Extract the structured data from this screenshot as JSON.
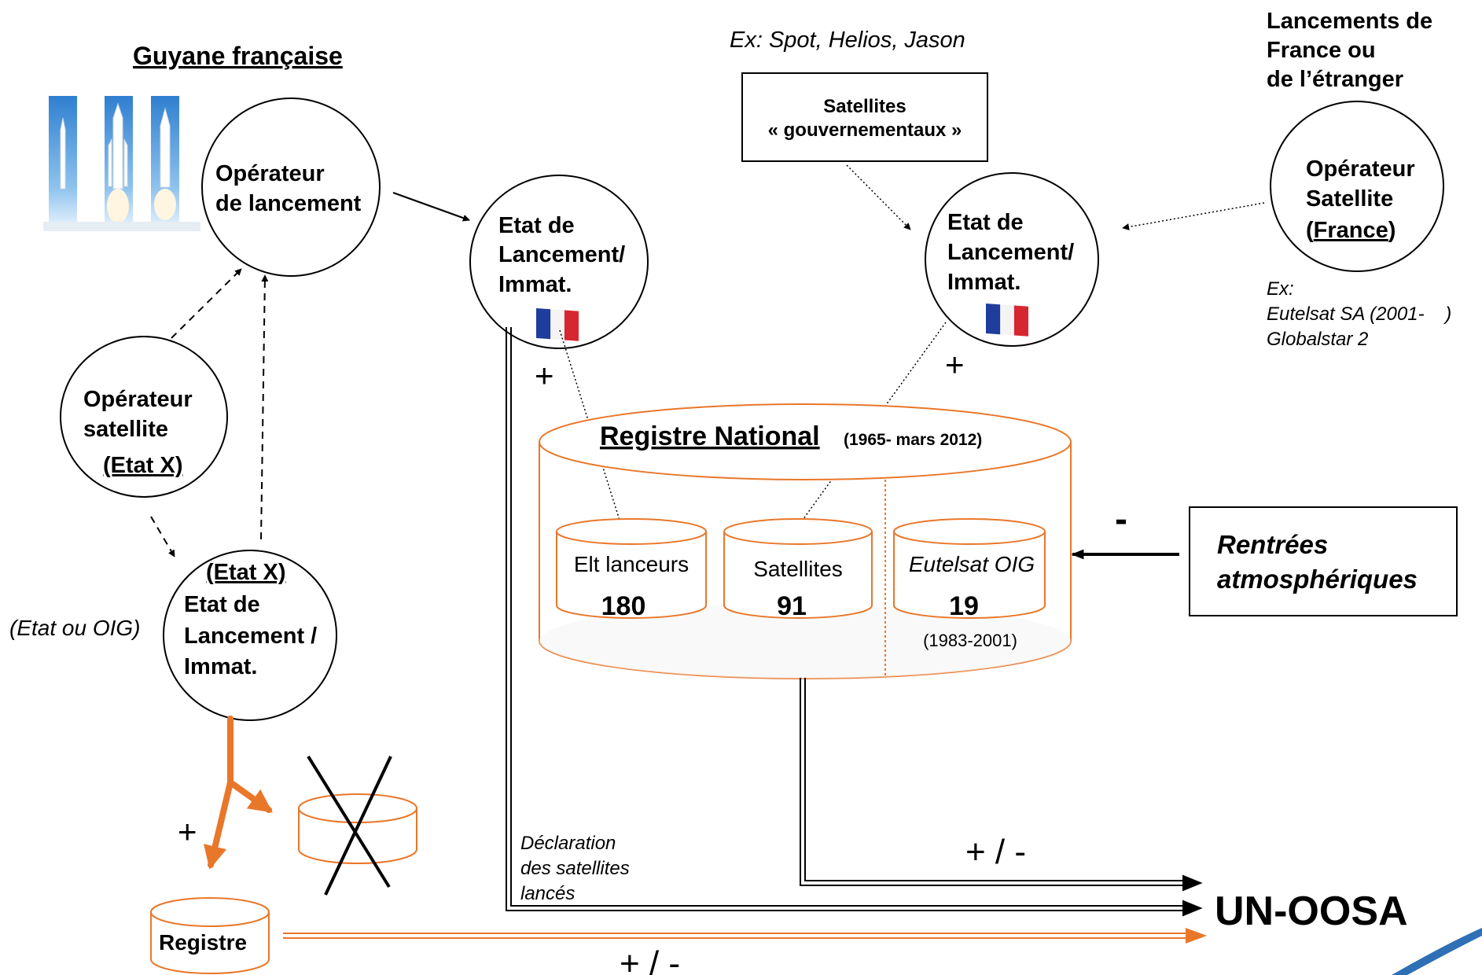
{
  "diagram": {
    "guyane_title": "Guyane française",
    "launch_operator": [
      "Opérateur",
      "de lancement"
    ],
    "sat_operator_x": [
      "Opérateur",
      "satellite"
    ],
    "sat_operator_x_state": "(Etat X)",
    "state_x_head": "(Etat X)",
    "state_x_body": [
      "Etat de",
      "Lancement /",
      "Immat."
    ],
    "state_or_oig": "(Etat ou OIG)",
    "launch_state_left": [
      "Etat de",
      "Lancement/",
      "Immat."
    ],
    "launch_state_right": [
      "Etat de",
      "Lancement/",
      "Immat."
    ],
    "gov_example": "Ex: Spot, Helios, Jason",
    "gov_sat_box": [
      "Satellites",
      "« gouvernementaux »"
    ],
    "foreign_launches": [
      "Lancements de",
      "France ou",
      "de l’étranger"
    ],
    "sat_operator_fr": [
      "Opérateur",
      "Satellite"
    ],
    "sat_operator_fr_country": "France",
    "sat_operator_fr_open": "(",
    "sat_operator_fr_close": ")",
    "examples": [
      "Ex:",
      "Eutelsat SA (2001-    )",
      "Globalstar 2"
    ],
    "register_title": "Registre National",
    "register_period": "(1965- mars 2012)",
    "launchers_label": "Elt lanceurs",
    "launchers_count": "180",
    "satellites_label": "Satellites",
    "satellites_count": "91",
    "eutelsat_label": "Eutelsat OIG",
    "eutelsat_count": "19",
    "eutelsat_period": "(1983-2001)",
    "reentries": [
      "Rentrées",
      "atmosphériques"
    ],
    "minus": "-",
    "plus": "+",
    "plus_minus": "+ / -",
    "declaration": [
      "Déclaration",
      "des satellites",
      "lancés"
    ],
    "unoosa": "UN-OOSA",
    "registre": "Registre"
  },
  "colors": {
    "accent_orange": "#e9772a",
    "flag_blue": "#1f3d9c",
    "flag_red": "#d6262f",
    "sky_blue": "#3b8fd9",
    "corner_blue": "#2e6fb6"
  },
  "icons": [
    "rocket-icon",
    "french-flag-icon",
    "cross-out-icon"
  ]
}
